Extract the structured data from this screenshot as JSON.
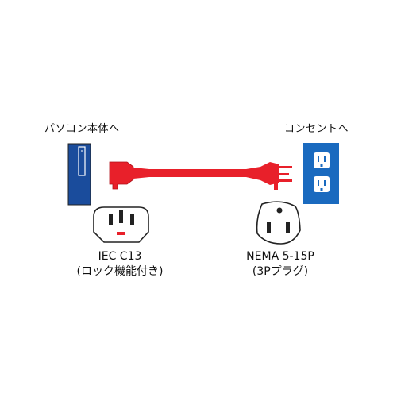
{
  "labels": {
    "pc_side": "パソコン本体へ",
    "outlet_side": "コンセントへ"
  },
  "connector_left": {
    "name": "IEC C13",
    "note": "(ロック機能付き)"
  },
  "connector_right": {
    "name": "NEMA 5-15P",
    "note": "(3Pプラグ)"
  },
  "colors": {
    "cable": "#e8202a",
    "pc_panel": "#1a4c9c",
    "outlet": "#1a6abf",
    "outline": "#222222"
  }
}
